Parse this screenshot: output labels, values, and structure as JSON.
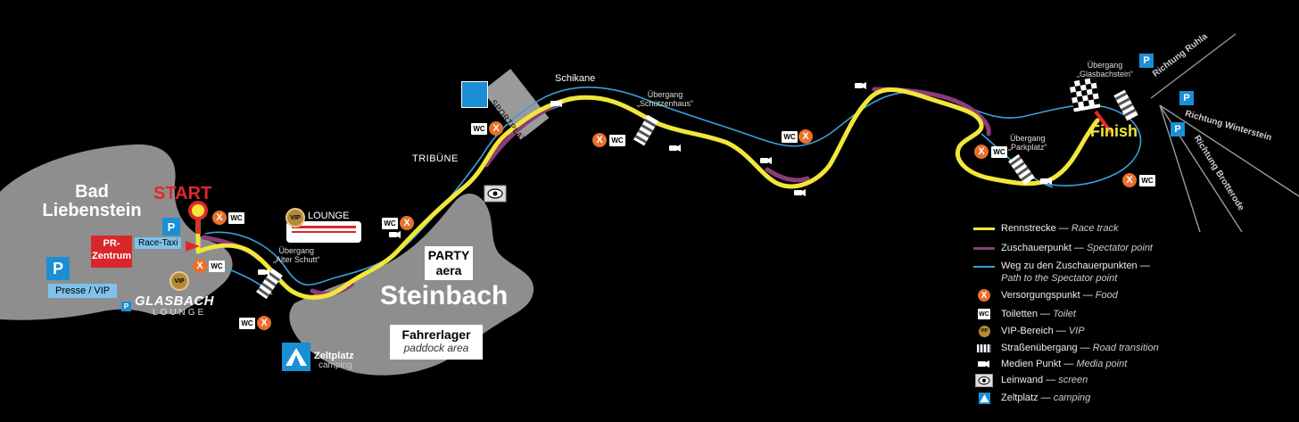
{
  "places": {
    "bad_liebenstein": "Bad\nLiebenstein",
    "steinbach": "Steinbach",
    "start": "START",
    "finish": "Finish",
    "schikane": "Schikane",
    "tribune": "TRIBÜNE",
    "sportplatz": "SPORTPLATZ",
    "race_taxi": "Race-Taxi",
    "presse_vip": "Presse / VIP",
    "pr_zentrum": "PR-\nZentrum",
    "party": "PARTY\naera",
    "fahrerlager": "Fahrerlager",
    "paddock": "paddock area",
    "zeltplatz": "Zeltplatz",
    "camping": "camping",
    "glasbach": "GLASBACH",
    "lounge": "LOUNGE",
    "vip_lounge": "LOUNGE",
    "vip": "VIP",
    "uebergang_alter_schutt": "Übergang\n„Alter Schutt“",
    "uebergang_schuetzenhaus": "Übergang\n„Schützenhaus“",
    "uebergang_parkplatz": "Übergang\n„Parkplatz“",
    "uebergang_glasbachstein": "Übergang\n„Glasbachstein“",
    "richtung_ruhla": "Richtung Ruhla",
    "richtung_winterstein": "Richtung Winterstein",
    "richtung_brotterode": "Richtung Brotterode",
    "wc": "WC",
    "x": "X",
    "p": "P"
  },
  "legend": [
    {
      "de": "Rennstrecke — ",
      "en": "Race track",
      "symbol": "track-line"
    },
    {
      "de": "Zuschauerpunkt — ",
      "en": "Spectator point",
      "symbol": "spectator-line"
    },
    {
      "de": "Weg zu den Zuschauerpunkten — ",
      "en": "Path to the Spectator point",
      "symbol": "path-line"
    },
    {
      "de": "Versorgungspunkt — ",
      "en": "Food",
      "symbol": "food-icon"
    },
    {
      "de": "Toiletten — ",
      "en": "Toilet",
      "symbol": "wc-icon"
    },
    {
      "de": "VIP-Bereich — ",
      "en": "VIP",
      "symbol": "vip-icon"
    },
    {
      "de": "Straßenübergang — ",
      "en": "Road transition",
      "symbol": "crossing-icon"
    },
    {
      "de": "Medien Punkt  — ",
      "en": "Media point",
      "symbol": "camera-icon"
    },
    {
      "de": "Leinwand  — ",
      "en": "screen",
      "symbol": "screen-icon"
    },
    {
      "de": "Zeltplatz — ",
      "en": "camping",
      "symbol": "tent-icon"
    }
  ],
  "colors": {
    "background": "#000000",
    "town_area": "#8a8a8a",
    "track": "#f2e63a",
    "spectator": "#8c3b7a",
    "path": "#3aa0d8",
    "start": "#e0292b",
    "food": "#e8702a",
    "parking": "#1a8fd6",
    "pr": "#d8262b"
  }
}
